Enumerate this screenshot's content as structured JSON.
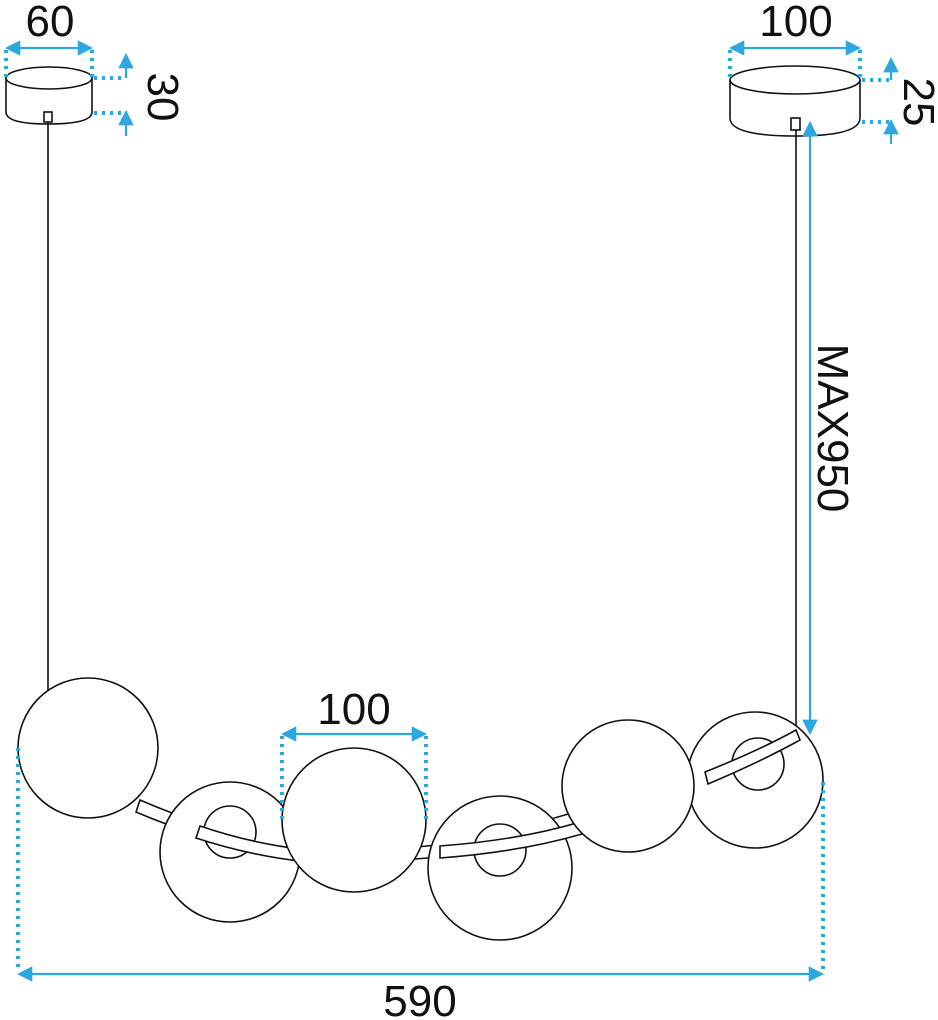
{
  "dimensions": {
    "left_canopy_width": "60",
    "left_canopy_height": "30",
    "right_canopy_width": "100",
    "right_canopy_height": "25",
    "max_cable_length": "MAX950",
    "globe_diameter": "100",
    "total_width": "590"
  },
  "colors": {
    "dimension": "#2ea6de",
    "line": "#111111",
    "background": "#ffffff"
  }
}
